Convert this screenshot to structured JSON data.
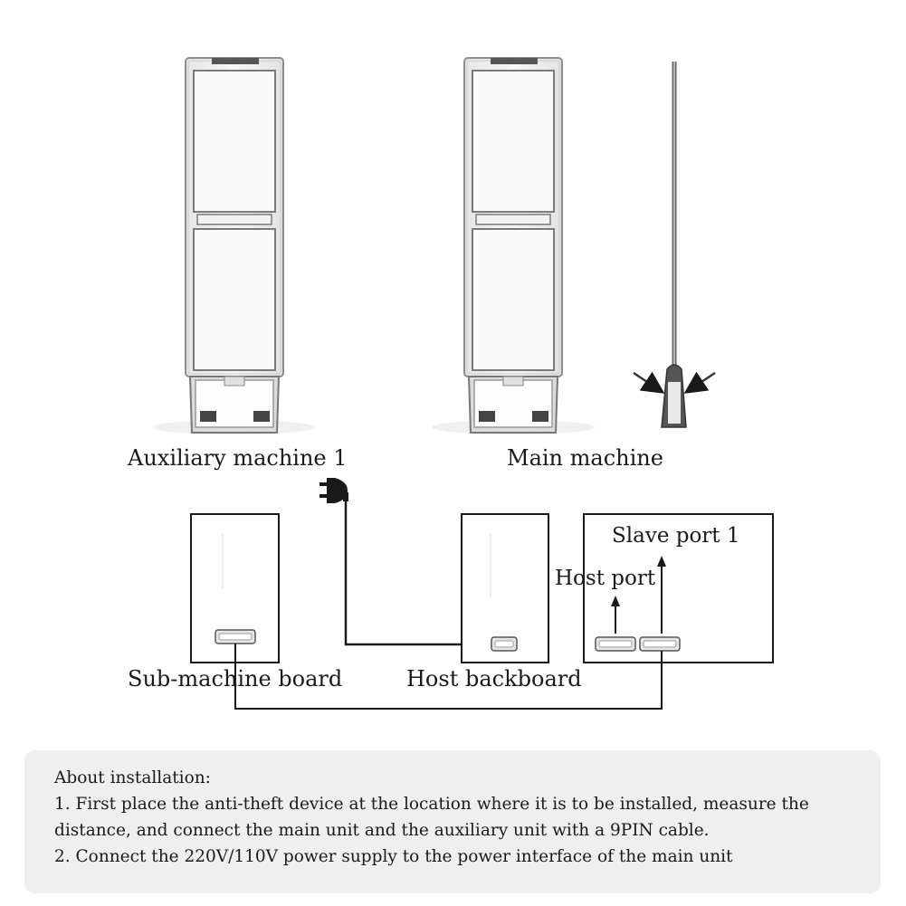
{
  "labels": {
    "auxiliary_machine": "Auxiliary machine 1",
    "main_machine": "Main machine",
    "sub_machine_board": "Sub-machine board",
    "host_backboard": "Host backboard",
    "slave_port": "Slave port 1",
    "host_port": "Host port"
  },
  "notes": {
    "heading": "About installation:",
    "line1": "1. First place the anti-theft device at the location where it is to be installed, measure the",
    "line2": "distance, and connect the main unit and the auxiliary unit with a 9PIN cable.",
    "line3": "2. Connect the 220V/110V power supply to the power interface of the main unit"
  },
  "colors": {
    "line": "#1a1a1a",
    "note_background": "#efefef",
    "device_frame": "#9a9a9a"
  }
}
